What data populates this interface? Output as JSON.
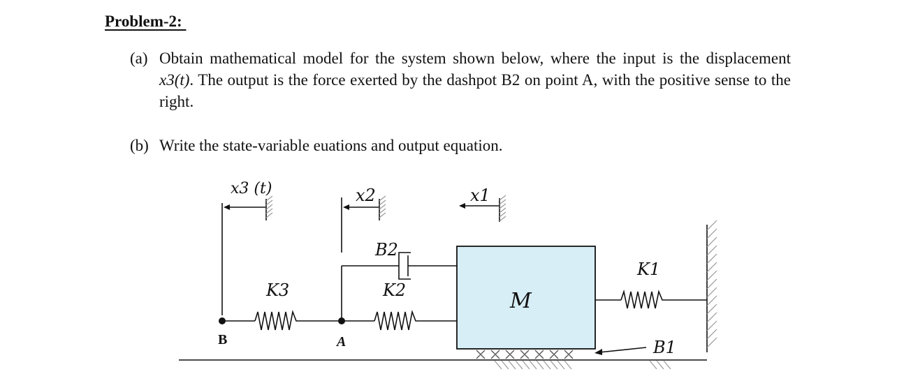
{
  "heading": "Problem-2: ",
  "part_a": {
    "label": "(a)",
    "text_1": "Obtain mathematical model for the system shown below, where the input is the displacement ",
    "input_var": "x3(t)",
    "text_2": ". The output is the force exerted by the dashpot B2 on point A, with the positive sense to the right."
  },
  "part_b": {
    "label": "(b)",
    "text": "Write the state-variable euations and output equation."
  },
  "figure": {
    "x3": "x3 (t)",
    "x2": "x2",
    "x1": "x1",
    "B2": "B2",
    "K3": "K3",
    "K2": "K2",
    "K1": "K1",
    "M": "M",
    "B1": "B1",
    "B": "B",
    "A": "A",
    "colors": {
      "mass_fill": "#d7eef6",
      "line": "#111111",
      "hatch": "#9a9a9a"
    }
  }
}
